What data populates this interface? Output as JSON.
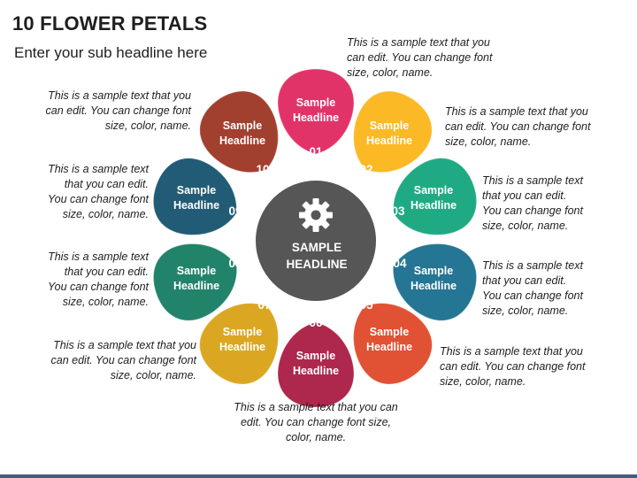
{
  "title": "10 FLOWER PETALS",
  "subtitle": "Enter your sub headline here",
  "center": {
    "label": "SAMPLE\nHEADLINE",
    "icon": "gear-icon",
    "color": "#565656"
  },
  "petals": [
    {
      "number": "01",
      "label": "Sample\nHeadline",
      "color": "#e0245e",
      "description": "This is a sample text that you\ncan edit. You can change font\nsize, color, name."
    },
    {
      "number": "02",
      "label": "Sample\nHeadline",
      "color": "#fcb415",
      "description": "This is a sample text that you\ncan edit. You can change font\nsize, color, name."
    },
    {
      "number": "03",
      "label": "Sample\nHeadline",
      "color": "#0fa47a",
      "description": "This is a sample text\nthat you can edit.\nYou can change font\nsize, color, name."
    },
    {
      "number": "04",
      "label": "Sample\nHeadline",
      "color": "#146b8c",
      "description": "This is a sample text\nthat you can edit.\nYou can change font\nsize, color, name."
    },
    {
      "number": "05",
      "label": "Sample\nHeadline",
      "color": "#df4424",
      "description": "This is a sample text that you\ncan edit. You can change font\nsize, color, name."
    },
    {
      "number": "06",
      "label": "Sample\nHeadline",
      "color": "#a8173f",
      "description": "This is a sample text that you can\nedit. You can change font size,\ncolor, name."
    },
    {
      "number": "07",
      "label": "Sample\nHeadline",
      "color": "#d8a011",
      "description": "This is a sample text that you\ncan edit. You can change font\nsize, color, name."
    },
    {
      "number": "08",
      "label": "Sample\nHeadline",
      "color": "#117a60",
      "description": "This is a sample text\nthat you can edit.\nYou can change font\nsize, color, name."
    },
    {
      "number": "09",
      "label": "Sample\nHeadline",
      "color": "#114f6b",
      "description": "This is a sample text\nthat you can edit.\nYou can change font\nsize, color, name."
    },
    {
      "number": "10",
      "label": "Sample\nHeadline",
      "color": "#9b321f",
      "description": "This is a sample text that you\ncan edit. You can change font\nsize, color, name."
    }
  ]
}
